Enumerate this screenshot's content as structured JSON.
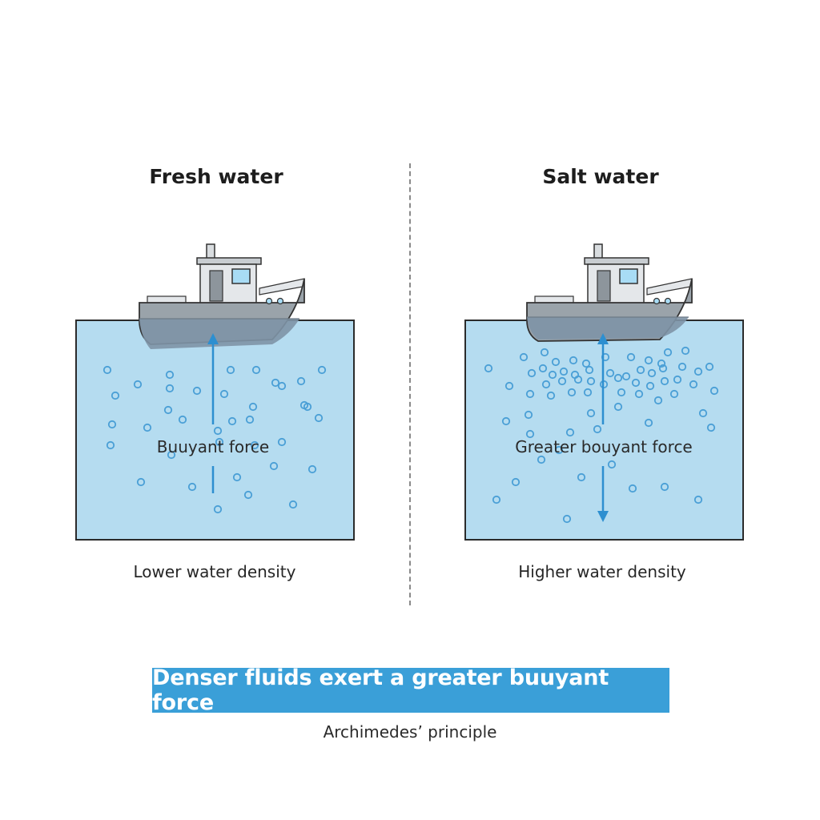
{
  "panels": [
    {
      "title": "Fresh water",
      "force_label": "Buuyant force",
      "density_label": "Lower water density",
      "arrow_direction": "up"
    },
    {
      "title": "Salt water",
      "force_label": "Greater bouyant force",
      "density_label": "Higher water density",
      "arrow_direction": "up-and-down"
    }
  ],
  "banner": {
    "text": "Denser fluids exert a greater buuyant force"
  },
  "caption": "Archimedes’ principle",
  "colors": {
    "water": "#b5dcf0",
    "water_border": "#2b2b2b",
    "bubble": "#4a9fd6",
    "arrow": "#2d8fd0",
    "hull": "#9aa3aa",
    "hull_below_waterline": "#7e93a6",
    "banner": "#3a9fd8"
  }
}
